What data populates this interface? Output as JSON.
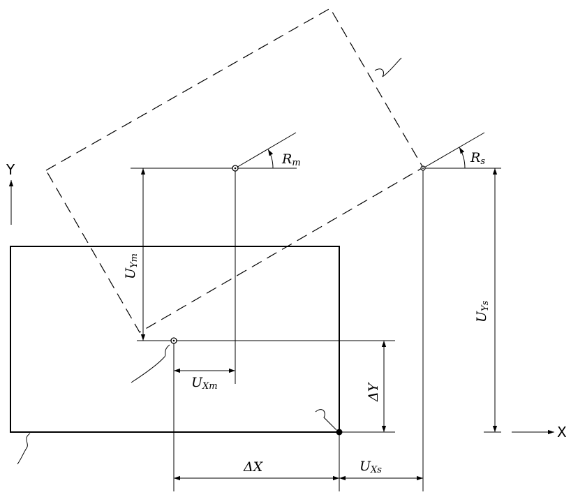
{
  "labels": {
    "axis_x": "X",
    "axis_y": "Y",
    "r_m": {
      "main": "R",
      "sub": "m"
    },
    "r_s": {
      "main": "R",
      "sub": "s"
    },
    "u_ym": {
      "main": "U",
      "sub": "Ym"
    },
    "u_ys": {
      "main": "U",
      "sub": "Ys"
    },
    "u_xm": {
      "main": "U",
      "sub": "Xm"
    },
    "u_xs": {
      "main": "U",
      "sub": "Xs"
    },
    "delta_x": "ΔX",
    "delta_y": "ΔY"
  }
}
